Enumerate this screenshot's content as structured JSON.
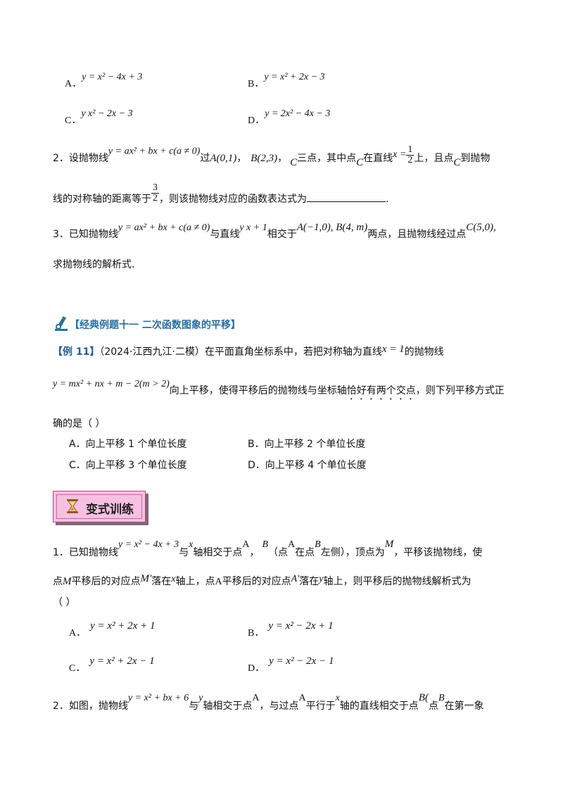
{
  "options_top": {
    "A_label": "A．",
    "A_expr": "y = x² − 4x + 3",
    "B_label": "B．",
    "B_expr": "y = x² + 2x − 3",
    "C_label": "C．",
    "C_expr": "y  x² − 2x − 3",
    "D_label": "D．",
    "D_expr": "y = 2x² − 4x − 3"
  },
  "q2": {
    "p1a": "2．设抛物线",
    "expr1": "y = ax² + bx + c(a ≠ 0)",
    "p1b": "过",
    "ptA": "A(0,1)",
    "sep1": "，",
    "ptB": "B(2,3)",
    "sep2": "，",
    "ptC": "C",
    "p1c": "三点，其中点",
    "ptC2": "C",
    "p1d": "在直线",
    "xeq": "x =",
    "half_num": "1",
    "half_den": "2",
    "p1e": "上，且点",
    "ptC3": "C",
    "p1f": "到抛物",
    "p2a": "线的对称轴的距离等于",
    "dist_num": "3",
    "dist_den": "2",
    "p2b": "，则该抛物线对应的函数表达式为",
    "p2c": "."
  },
  "q3": {
    "p1a": "3．已知抛物线",
    "expr1": "y = ax² + bx + c(a ≠ 0)",
    "p1b": "与直线",
    "expr2": "y  x + 1",
    "p1c": "相交于",
    "pts": "A(−1,0), B(4, m)",
    "p1d": "两点，且抛物线经过点",
    "ptC": "C(5,0),",
    "p2": "求抛物线的解析式."
  },
  "section": {
    "title": "【经典例题十一  二次函数图象的平移】"
  },
  "ex11": {
    "label": "【例 11】",
    "p1a": "（2024·江西九江·二模）在平面直角坐标系中，若把对称轴为直线",
    "xeq": "x = 1",
    "p1b": "的抛物线",
    "expr": "y = mx² + nx + m − 2(m > 2)",
    "p2a": "向上平移，使得平移后的抛物线与坐标轴",
    "p2b": "恰好有两个交点",
    "p2c": "，则下列平移方式正",
    "p3": "确的是（    ）",
    "A": "A．向上平移 1 个单位长度",
    "B": "B．向上平移 2 个单位长度",
    "C": "C．向上平移 3 个单位长度",
    "D": "D．向上平移 4 个单位长度"
  },
  "training": {
    "title": "变式训练"
  },
  "t1": {
    "p1a": "1．已知抛物线",
    "expr": "y = x² − 4x + 3",
    "p1b": "与",
    "x": "x",
    "p1c": "轴相交于点",
    "A": "A",
    "p1d": "，",
    "B": "B",
    "p1e": "（点",
    "A2": "A",
    "p1f": "在点",
    "B2": "B",
    "p1g": "左侧），顶点为",
    "M": "M",
    "p1h": "，平移该抛物线，使",
    "p2a": "点",
    "M2": "M",
    "p2b": "平移后的对应点",
    "Mp": "M′",
    "p2c": "落在",
    "x2": "x",
    "p2d": "轴上，点",
    "A3": "A",
    "p2e": "平移后的对应点",
    "Ap": "A′",
    "p2f": "落在",
    "y": "y",
    "p2g": "轴上，则平移后的抛物线解析式为",
    "p3": "（    ）",
    "A_label": "A．",
    "A_expr": "y = x² + 2x + 1",
    "B_label": "B．",
    "B_expr": "y = x² − 2x + 1",
    "C_label": "C．",
    "C_expr": "y = x² + 2x − 1",
    "D_label": "D．",
    "D_expr": "y = x² − 2x − 1"
  },
  "t2": {
    "p1a": "2．如图，抛物线",
    "expr": "y = x² + bx + 6",
    "p1b": "与",
    "y": "y",
    "p1c": "轴相交于点",
    "A": "A",
    "p1d": "，与过点",
    "A2": "A",
    "p1e": "平行于",
    "x": "x",
    "p1f": "轴的直线相交于点",
    "B": "B(",
    "p1g": "点",
    "B2": "B",
    "p1h": "在第一象"
  }
}
